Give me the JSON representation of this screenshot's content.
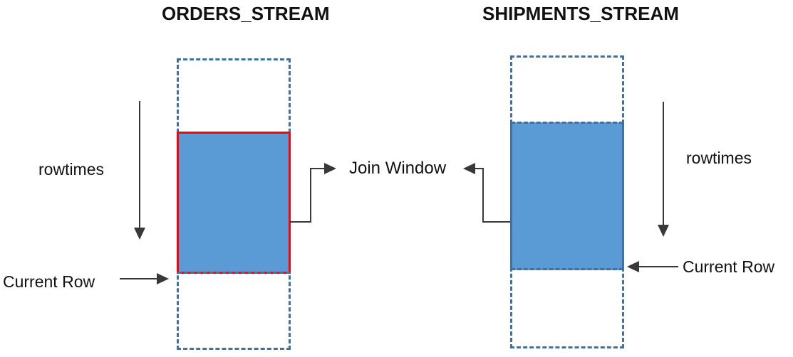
{
  "colors": {
    "window_fill": "#5B9BD5",
    "stream_outline": "#41719C",
    "orders_window_outline": "#FF0000",
    "connector": "#383838",
    "text": "#111111"
  },
  "orders": {
    "title": "ORDERS_STREAM",
    "rowtimes_label": "rowtimes",
    "current_row_label": "Current Row"
  },
  "shipments": {
    "title": "SHIPMENTS_STREAM",
    "rowtimes_label": "rowtimes",
    "current_row_label": "Current Row"
  },
  "join_window_label": "Join Window"
}
